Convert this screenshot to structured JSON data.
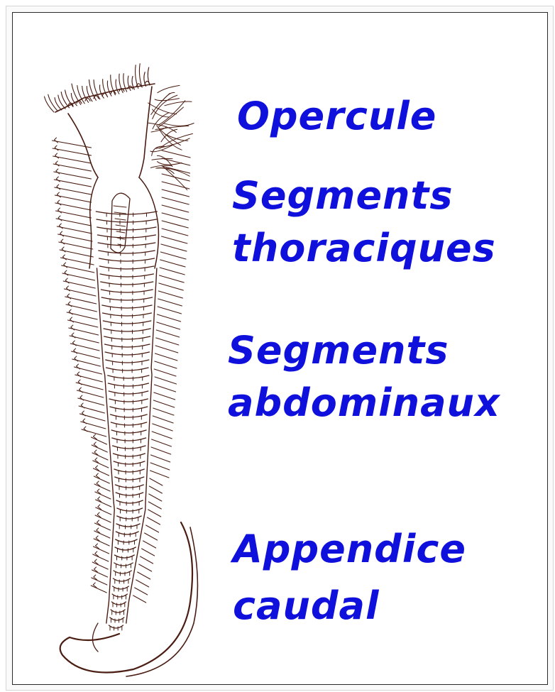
{
  "labels": {
    "opercule": "Opercule",
    "thorax_line1": "Segments",
    "thorax_line2": "thoraciques",
    "abdomen_line1": "Segments",
    "abdomen_line2": "abdominaux",
    "tail_line1": "Appendice",
    "tail_line2": "caudal"
  },
  "colors": {
    "label": "#1010dd",
    "ink": "#4a1d12",
    "frame": "#2a2a2a"
  }
}
